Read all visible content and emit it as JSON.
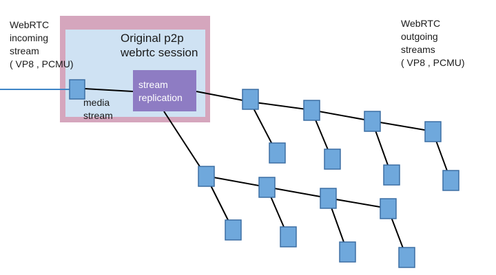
{
  "colors": {
    "session_border": "#d5a6bd",
    "session_fill": "#cfe2f3",
    "replication_fill": "#8e7cc3",
    "node_fill": "#6fa8dc",
    "node_border": "#3d6fa3",
    "input_line": "#3d85c6"
  },
  "labels": {
    "incoming": [
      "WebRTC",
      "incoming",
      "stream",
      "( VP8 , PCMU)"
    ],
    "session": [
      "Original p2p",
      "webrtc session"
    ],
    "replication": [
      "stream",
      "replication"
    ],
    "media": [
      "media",
      "stream"
    ],
    "outgoing": [
      "WebRTC",
      "outgoing",
      "streams",
      "( VP8 , PCMU)"
    ]
  }
}
